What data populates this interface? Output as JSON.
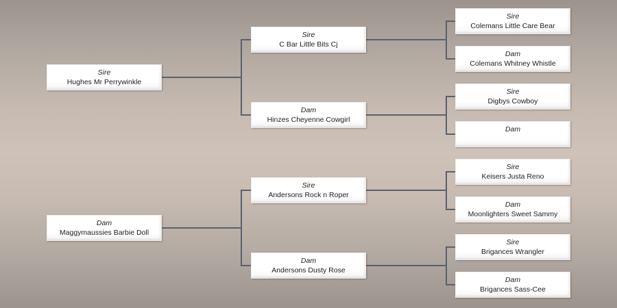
{
  "pedigree": {
    "sire": {
      "role": "Sire",
      "name": "Hughes Mr Perrywinkle",
      "sire": {
        "role": "Sire",
        "name": "C Bar Little Bits Cj",
        "sire": {
          "role": "Sire",
          "name": "Colemans Little Care Bear"
        },
        "dam": {
          "role": "Dam",
          "name": "Colemans Whitney Whistle"
        }
      },
      "dam": {
        "role": "Dam",
        "name": "Hinzes Cheyenne Cowgirl",
        "sire": {
          "role": "Sire",
          "name": "Digbys Cowboy"
        },
        "dam": {
          "role": "Dam",
          "name": ""
        }
      }
    },
    "dam": {
      "role": "Dam",
      "name": "Maggymaussies Barbie Doll",
      "sire": {
        "role": "Sire",
        "name": "Andersons Rock n Roper",
        "sire": {
          "role": "Sire",
          "name": "Keisers Justa Reno"
        },
        "dam": {
          "role": "Dam",
          "name": "Moonlighters Sweet Sammy"
        }
      },
      "dam": {
        "role": "Dam",
        "name": "Andersons Dusty Rose",
        "sire": {
          "role": "Sire",
          "name": "Brigances Wrangler"
        },
        "dam": {
          "role": "Dam",
          "name": "Brigances Sass-Cee"
        }
      }
    }
  }
}
